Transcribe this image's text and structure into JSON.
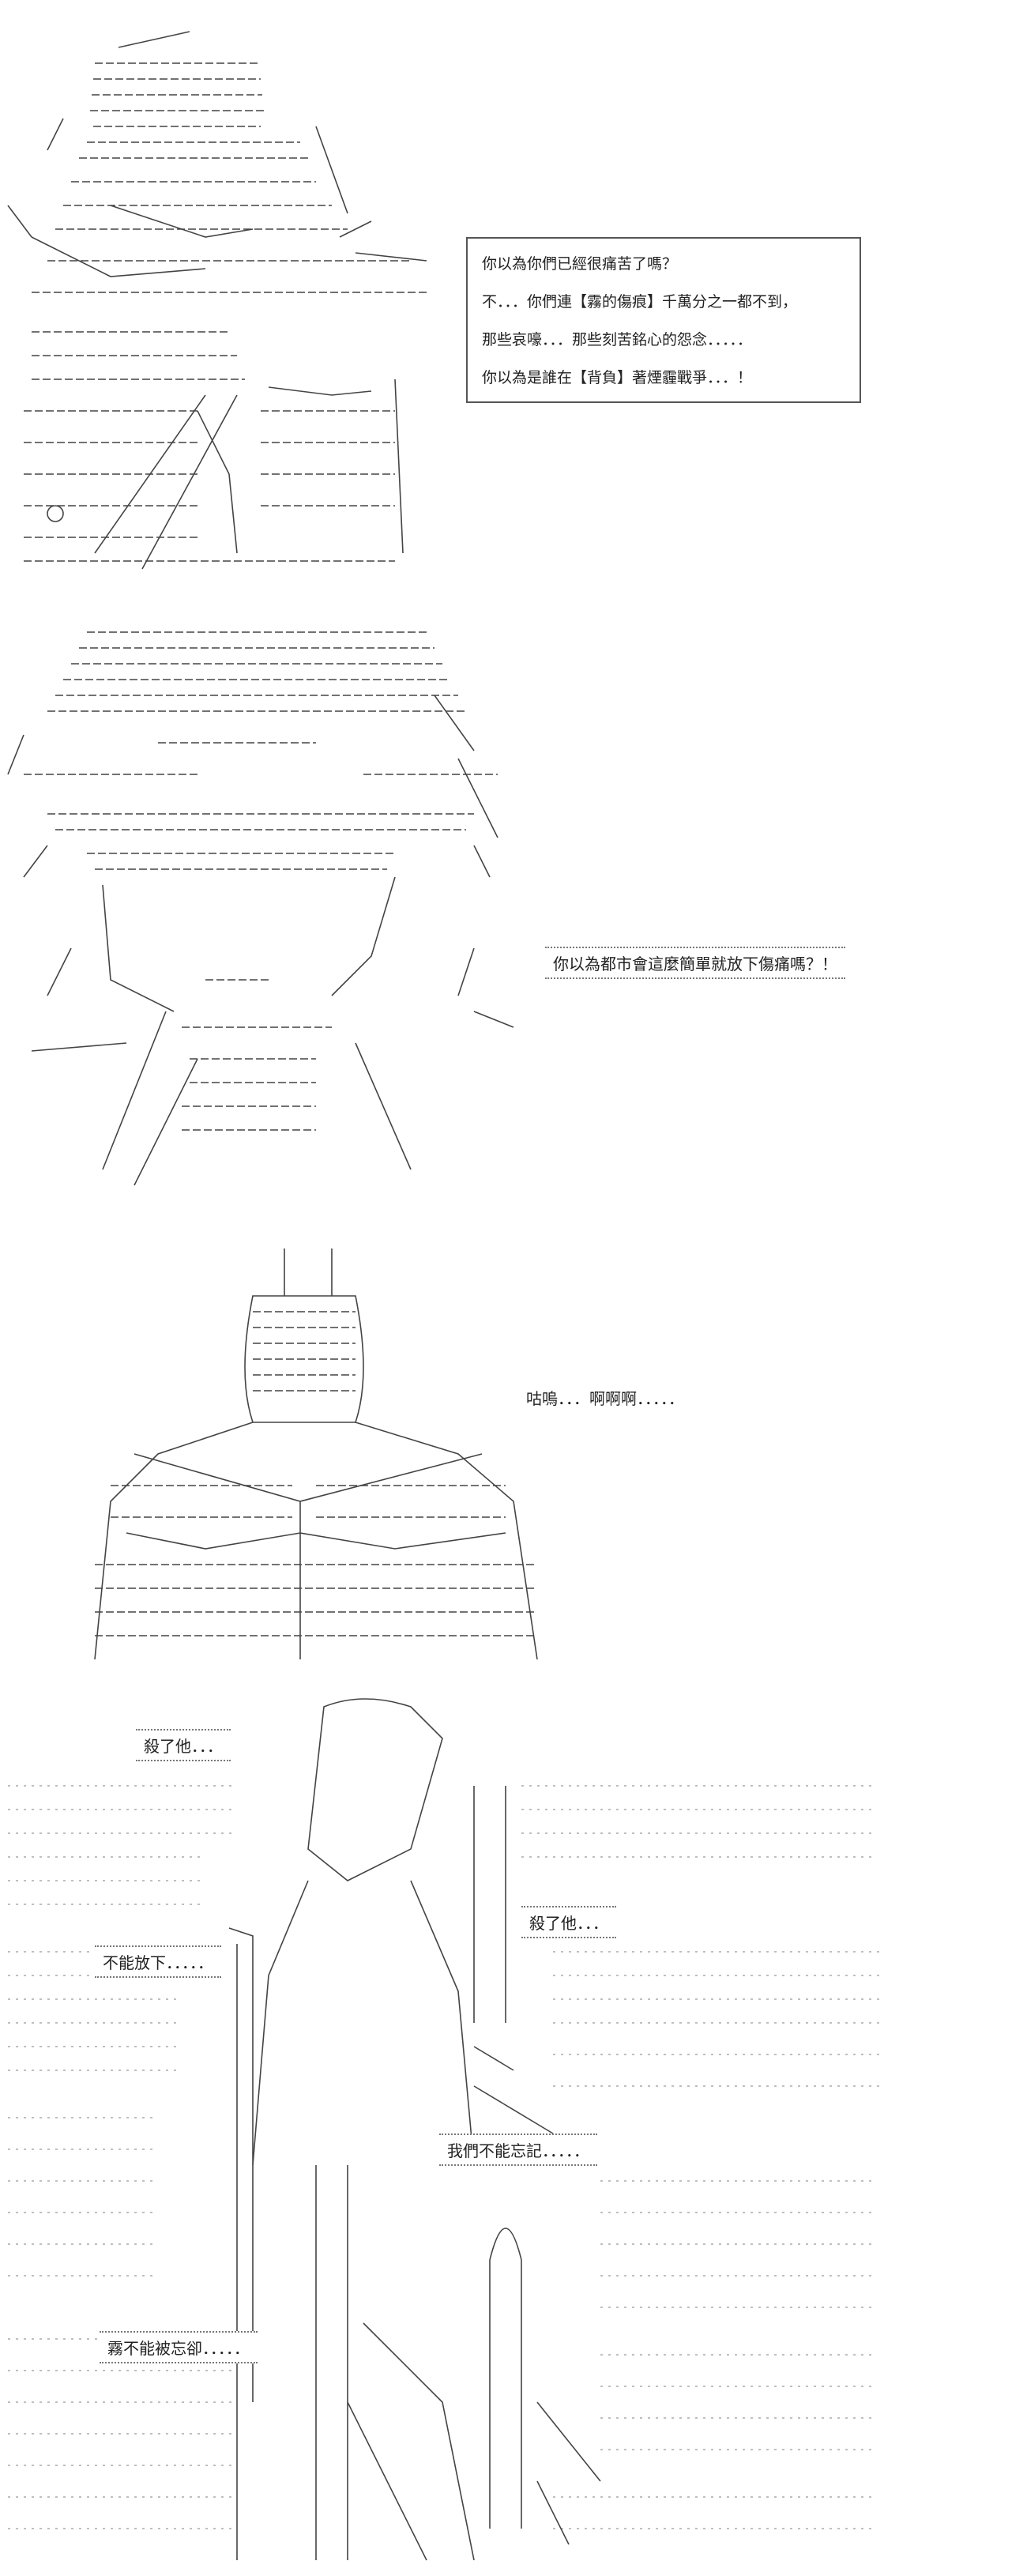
{
  "panel1": {
    "lines": [
      "你以為你們已經很痛苦了嗎？",
      "不．．．你們連【霧的傷痕】千萬分之一都不到，",
      "那些哀嚎．．．那些刻苦銘心的怨念．．．．．",
      "你以為是誰在【背負】著煙霾戰爭．．．！"
    ]
  },
  "panel2": {
    "speech": "你以為都市會這麼簡單就放下傷痛嗎？！"
  },
  "panel3": {
    "speech": "咕嗚．．．啊啊啊．．．．．"
  },
  "panel4": {
    "voices": [
      "殺了他．．．",
      "殺了他．．．",
      "不能放下．．．．．",
      "我們不能忘記．．．．．",
      "霧不能被忘卻．．．．．"
    ]
  },
  "colors": {
    "ink": "#444444",
    "text": "#222222",
    "border": "#555555",
    "background": "#ffffff"
  }
}
